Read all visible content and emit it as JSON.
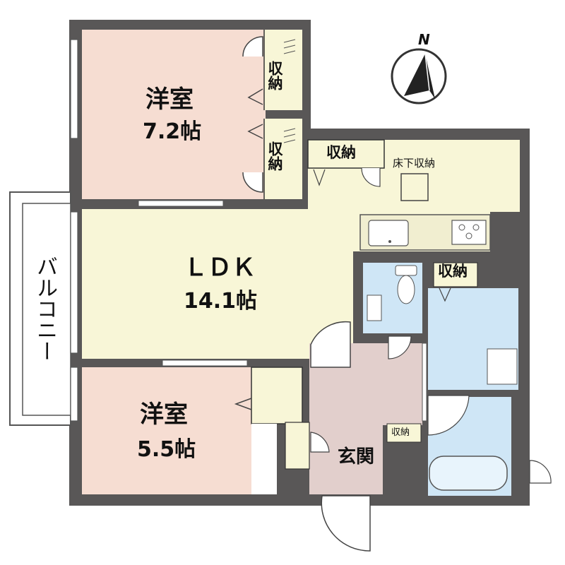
{
  "colors": {
    "wall": "#595757",
    "bedroom": "#f6ddd2",
    "living": "#f8f6d7",
    "wet": "#cfe6f6",
    "entrance": "#e2cfcc",
    "balcony": "#ffffff",
    "storage": "#f8f6d7",
    "line": "#333333"
  },
  "compass": {
    "label": "N",
    "icon": "north-arrow-icon"
  },
  "rooms": {
    "bedroom1": {
      "name": "洋室",
      "area": "7.2帖"
    },
    "ldk": {
      "name": "ＬＤＫ",
      "area": "14.1帖"
    },
    "bedroom2": {
      "name": "洋室",
      "area": "5.5帖"
    },
    "entrance": {
      "name": "玄関"
    },
    "balcony": {
      "name": "バルコニー"
    }
  },
  "storage": {
    "closet_top": "収納",
    "closet_mid": "収納",
    "closet_kitchen": "収納",
    "underfloor": "床下収納",
    "closet_right": "収納",
    "closet_entry": "収納"
  }
}
